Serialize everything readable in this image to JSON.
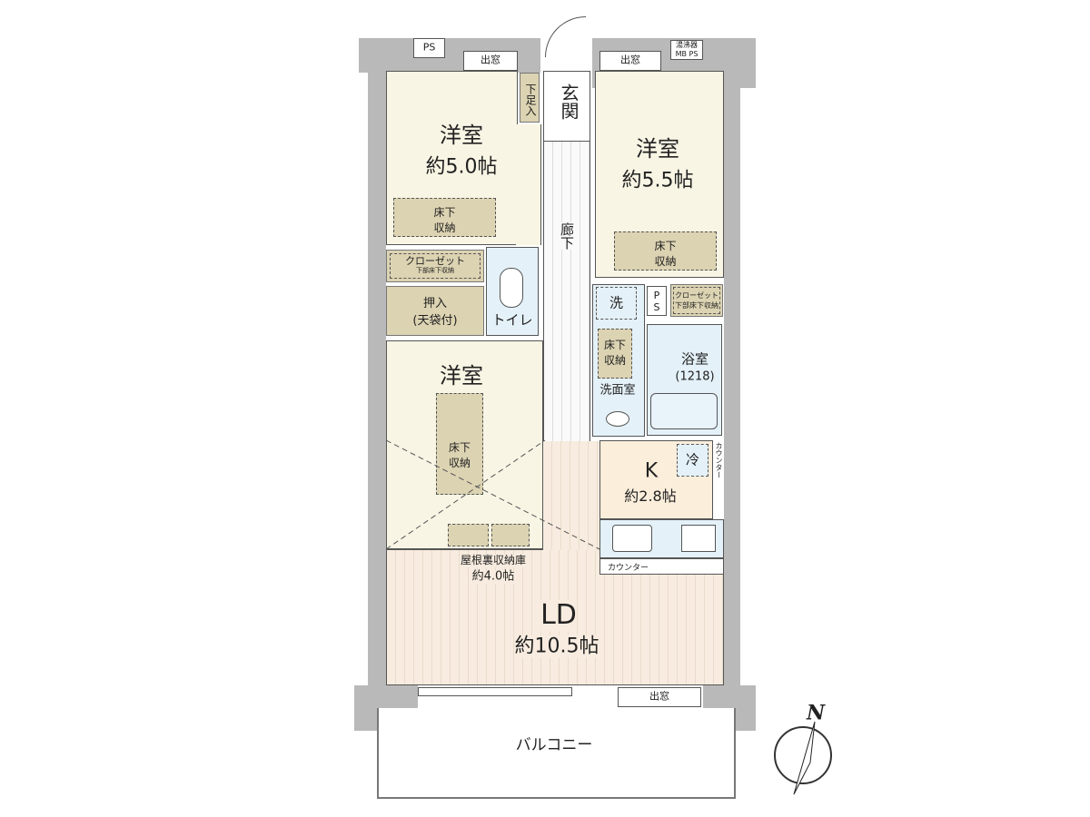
{
  "rooms": {
    "bedroom1": {
      "name": "洋室",
      "size": "約5.0帖"
    },
    "bedroom2": {
      "name": "洋室",
      "size": "約5.5帖"
    },
    "bedroom3": {
      "name": "洋室"
    },
    "entrance": "玄関",
    "shoe_storage": "下足入",
    "hallway": "廊下",
    "toilet": "トイレ",
    "washroom": "洗面室",
    "washer": "洗",
    "bath": {
      "name": "浴室",
      "size": "(1218)"
    },
    "kitchen": {
      "name": "K",
      "size": "約2.8帖",
      "fridge": "冷",
      "counter_side": "カウンター",
      "counter_bottom": "カウンター"
    },
    "attic": {
      "name": "屋根裏収納庫",
      "size": "約4.0帖"
    },
    "ld": {
      "name": "LD",
      "size": "約10.5帖"
    },
    "balcony": "バルコニー"
  },
  "storage": {
    "underfloor": "床下\n収納",
    "closet": "クローゼット",
    "closet_sub": "下部床下収納",
    "oshiire": "押入\n(天袋付)"
  },
  "fixtures": {
    "ps": "PS",
    "ps_vertical": "P\nS",
    "bay_window": "出窓",
    "water_heater": "湯沸器",
    "mb_ps": "MB PS"
  },
  "compass": {
    "label": "N"
  }
}
